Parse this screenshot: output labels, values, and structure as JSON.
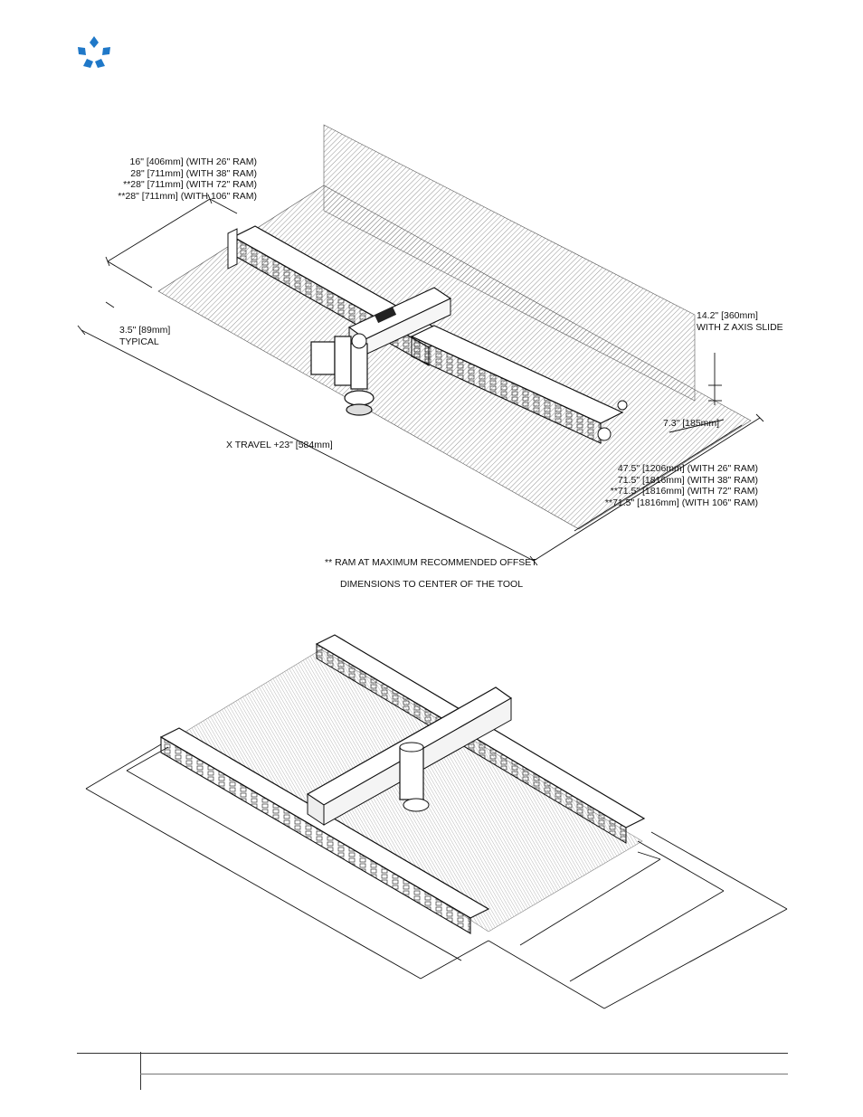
{
  "brand": {
    "logo_icon": "five-diamond-star-logo-icon",
    "color": "#1f78c8"
  },
  "top_drawing": {
    "y_travel_labels": [
      "16\" [406mm] (WITH 26\" RAM)",
      "28\" [711mm] (WITH 38\" RAM)",
      "**28\" [711mm] (WITH 72\" RAM)",
      "**28\" [711mm] (WITH 106\" RAM)"
    ],
    "typical_offset": [
      "3.5\" [89mm]",
      "TYPICAL"
    ],
    "z_slide": [
      "14.2\" [360mm]",
      "WITH Z AXIS SLIDE"
    ],
    "side_offset": "7.3\" [185mm]",
    "x_travel": "X TRAVEL +23\" [584mm]",
    "overall_labels": [
      "47.5\" [1206mm] (WITH 26\" RAM)",
      "71.5\" [1816mm] (WITH 38\" RAM)",
      "**71.5\" [1816mm] (WITH 72\" RAM)",
      "**71.5\" [1816mm] (WITH 106\" RAM)"
    ]
  },
  "notes": {
    "ram_note": "** RAM AT MAXIMUM RECOMMENDED OFFSET",
    "dims_note": "DIMENSIONS TO CENTER OF THE TOOL"
  }
}
